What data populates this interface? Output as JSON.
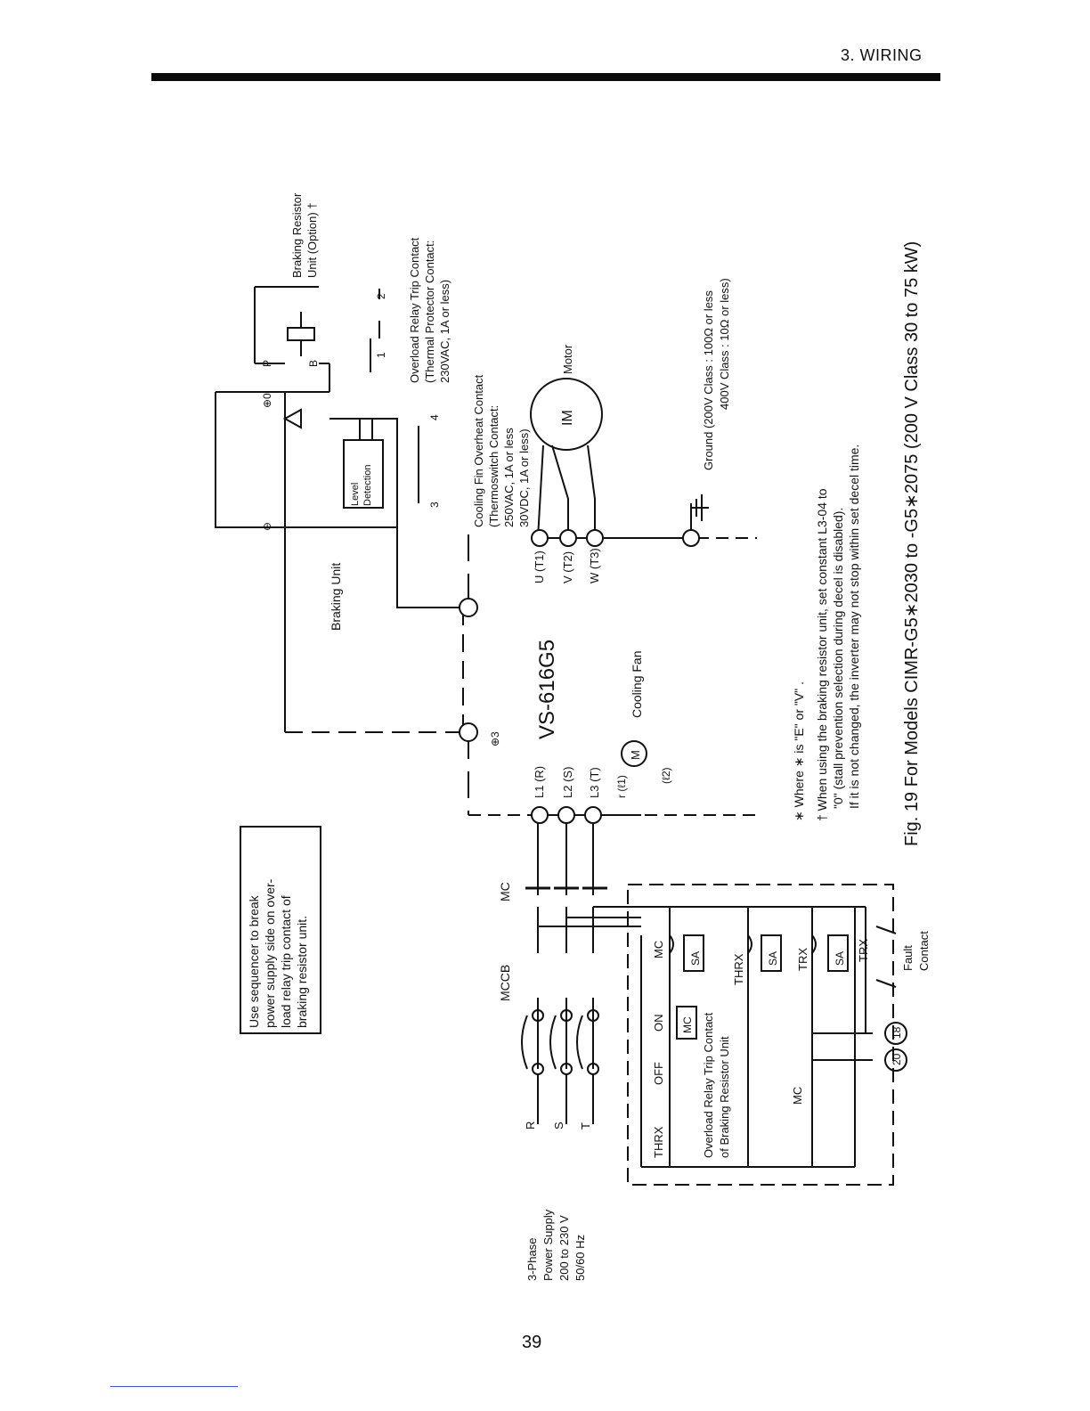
{
  "header": {
    "section": "3. WIRING"
  },
  "page_number": "39",
  "figure": {
    "caption": "Fig. 19   For Models CIMR-G5∗2030 to -G5∗2075 (200 V Class 30 to 75 kW)",
    "notes": [
      "∗ Where ∗ is  \"E\"  or  \"V\" .",
      "† When using the braking resistor unit, set constant L3-04 to",
      "\"0\"  (stall prevention selection during decel is disabled).",
      "If it is not changed, the inverter may not stop within set decel time."
    ],
    "sequencer_note": [
      "Use sequencer to break",
      "power supply side on over-",
      "load relay trip contact of",
      "braking resistor unit."
    ]
  },
  "labels": {
    "braking_resistor_unit": [
      "Braking Resistor",
      "Unit (Option) †"
    ],
    "overload_relay_contact": [
      "Overload Relay Trip Contact",
      "(Thermal Protector Contact:",
      "230VAC, 1A or less)"
    ],
    "cooling_fin_contact": [
      "Cooling Fin Overheat Contact",
      "(Thermoswitch Contact:",
      "250VAC, 1A or less",
      "30VDC, 1A or less)"
    ],
    "braking_unit": "Braking Unit",
    "level_detection": [
      "Level",
      "Detection"
    ],
    "inverter_model": "VS-616G5",
    "cooling_fan": "Cooling Fan",
    "motor": "Motor",
    "motor_symbol": "IM",
    "fan_symbol": "M",
    "ground": [
      "Ground (200V Class : 100Ω or less",
      "400V Class : 10Ω or less)"
    ],
    "output_terminals": [
      "U (T1)",
      "V (T2)",
      "W (T3)"
    ],
    "input_terminals": [
      "L1 (R)",
      "L2 (S)",
      "L3 (T)"
    ],
    "fan_terminals": [
      "r (ℓ1)",
      "(ℓ2)"
    ],
    "terminal_p": "P",
    "terminal_b": "B",
    "terminal_plus3": "⊕3",
    "terminal_plus0": "⊕0",
    "terminal_minus": "⊖",
    "phase_rst": [
      "R",
      "S",
      "T"
    ],
    "power_supply": [
      "3-Phase",
      "Power Supply",
      "200 to 230 V",
      "50/60 Hz"
    ],
    "mccb": "MCCB",
    "mc": "MC",
    "control": {
      "thrx_contact": "THRX",
      "off": "OFF",
      "on": "ON",
      "mc_aux": "MC",
      "mc_coil": "MC",
      "thrx_coil": "THRX",
      "trx_coil": "TRX",
      "trx_contact": "TRX",
      "sa": "SA",
      "overload_unit": [
        "Overload Relay Trip Contact",
        "of Braking Resistor Unit"
      ],
      "mc_bottom": "MC",
      "fault_contact": [
        "Fault",
        "Contact"
      ],
      "term_20": "20",
      "term_18": "18",
      "pins": [
        "1",
        "2",
        "3",
        "4"
      ]
    }
  }
}
